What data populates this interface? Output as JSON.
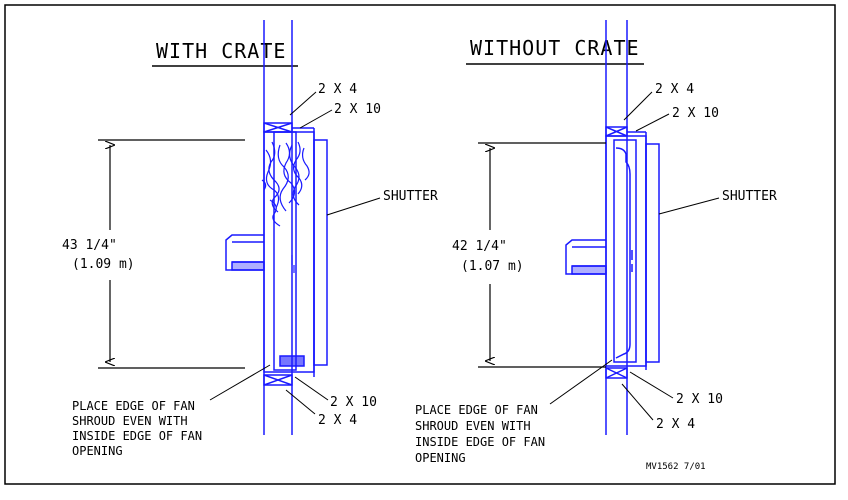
{
  "colors": {
    "wall": "#1a1aff",
    "line": "#000000",
    "border": "#000000",
    "background": "#ffffff"
  },
  "left": {
    "title": "WITH CRATE",
    "top_stud": "2 X 4",
    "top_header": "2 X 10",
    "shutter": "SHUTTER",
    "dimension": "43 1/4\"",
    "dimension_metric": "(1.09 m)",
    "bottom_header": "2 X 10",
    "bottom_stud": "2 X 4",
    "note": [
      "PLACE EDGE OF FAN",
      "SHROUD EVEN WITH",
      "INSIDE EDGE OF FAN",
      "OPENING"
    ]
  },
  "right": {
    "title": "WITHOUT CRATE",
    "top_stud": "2 X 4",
    "top_header": "2 X 10",
    "shutter": "SHUTTER",
    "dimension": "42 1/4\"",
    "dimension_metric": "(1.07 m)",
    "bottom_header": "2 X 10",
    "bottom_stud": "2 X 4",
    "note": [
      "PLACE EDGE OF FAN",
      "SHROUD EVEN WITH",
      "INSIDE EDGE OF FAN",
      "OPENING"
    ]
  },
  "drawing_code": "MV1562 7/01"
}
